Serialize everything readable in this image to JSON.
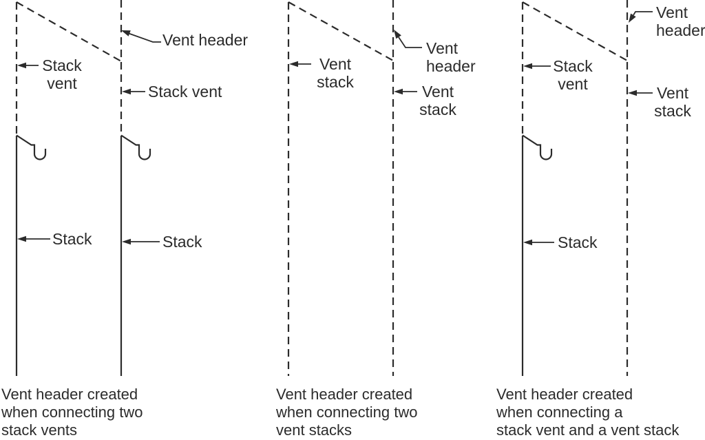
{
  "title": "Vent header configurations diagram",
  "colors": {
    "ink": "#2b2b2b",
    "background": "#ffffff"
  },
  "panels": [
    {
      "name": "two-stack-vents",
      "labels": {
        "vent_header": {
          "lines": [
            "Vent header"
          ]
        },
        "left_vent": {
          "lines": [
            "Stack",
            "vent"
          ]
        },
        "right_vent": {
          "lines": [
            "Stack vent"
          ]
        },
        "left_stack": {
          "lines": [
            "Stack"
          ]
        },
        "right_stack": {
          "lines": [
            "Stack"
          ]
        }
      },
      "caption": {
        "lines": [
          "Vent header created",
          "when connecting two",
          "stack vents"
        ]
      }
    },
    {
      "name": "two-vent-stacks",
      "labels": {
        "vent_header": {
          "lines": [
            "Vent",
            "header"
          ]
        },
        "left_vent": {
          "lines": [
            "Vent",
            "stack"
          ]
        },
        "right_vent": {
          "lines": [
            "Vent",
            "stack"
          ]
        }
      },
      "caption": {
        "lines": [
          "Vent header created",
          "when connecting two",
          "vent stacks"
        ]
      }
    },
    {
      "name": "stack-vent-and-vent-stack",
      "labels": {
        "vent_header": {
          "lines": [
            "Vent",
            "header"
          ]
        },
        "left_vent": {
          "lines": [
            "Stack",
            "vent"
          ]
        },
        "right_vent": {
          "lines": [
            "Vent",
            "stack"
          ]
        },
        "left_stack": {
          "lines": [
            "Stack"
          ]
        }
      },
      "caption": {
        "lines": [
          "Vent header created",
          "when connecting a",
          "stack vent and a vent stack"
        ]
      }
    }
  ]
}
